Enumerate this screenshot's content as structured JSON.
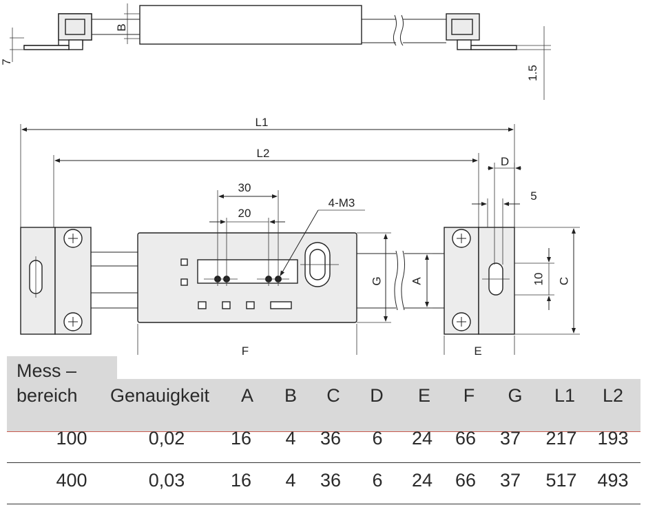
{
  "drawing": {
    "top_view": {
      "dim_B": "B",
      "dim_7": "7",
      "dim_1_5": "1.5"
    },
    "front_view": {
      "dim_L1": "L1",
      "dim_L2": "L2",
      "dim_30": "30",
      "dim_20": "20",
      "thread_label": "4-M3",
      "dim_D": "D",
      "dim_5": "5",
      "dim_G": "G",
      "dim_A": "A",
      "dim_10": "10",
      "dim_C": "C",
      "dim_F": "F",
      "dim_E": "E"
    }
  },
  "table": {
    "header_line1": "Mess –",
    "header_line2": "bereich",
    "columns": [
      "Genauigkeit",
      "A",
      "B",
      "C",
      "D",
      "E",
      "F",
      "G",
      "L1",
      "L2"
    ],
    "rows": [
      [
        "100",
        "0,02",
        "16",
        "4",
        "36",
        "6",
        "24",
        "66",
        "37",
        "217",
        "193"
      ],
      [
        "400",
        "0,03",
        "16",
        "4",
        "36",
        "6",
        "24",
        "66",
        "37",
        "517",
        "493"
      ]
    ]
  }
}
